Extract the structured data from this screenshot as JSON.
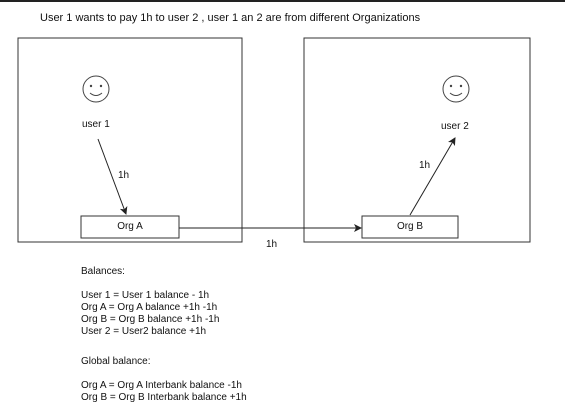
{
  "title": "User 1 wants to pay 1h to user 2 , user 1 an 2 are from different Organizations",
  "diagram": {
    "user1": {
      "label": "user 1",
      "icon": "smiley-face-icon"
    },
    "user2": {
      "label": "user 2",
      "icon": "smiley-face-icon"
    },
    "org_a": "Org A",
    "org_b": "Org B",
    "edge_user1_orga": "1h",
    "edge_orgb_user2": "1h",
    "edge_orga_orgb": "1h"
  },
  "balances": {
    "heading": "Balances:",
    "lines": [
      "User 1 = User 1 balance - 1h",
      "Org A = Org A balance +1h -1h",
      "Org B = Org B balance +1h -1h",
      "User 2 = User2 balance +1h"
    ]
  },
  "global_balance": {
    "heading": "Global balance:",
    "lines": [
      "Org A = Org A Interbank balance -1h",
      "Org B = Org B Interbank balance +1h"
    ]
  }
}
